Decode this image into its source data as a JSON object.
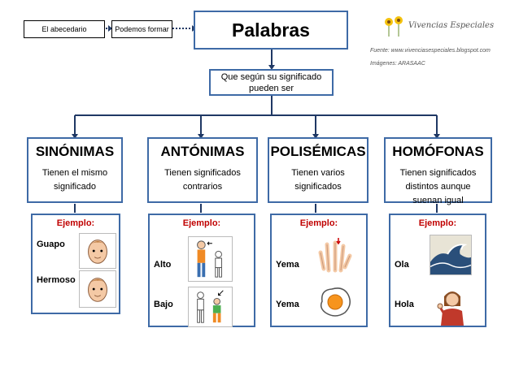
{
  "header": {
    "left_box": "El abecedario",
    "middle_box": "Podemos formar",
    "main_title": "Palabras",
    "logo_text": "Vivencias Especiales",
    "source": "Fuente: www.vivenciasespeciales.blogspot.com",
    "images": "Imágenes: ARASAAC"
  },
  "subtitle": "Que según su significado pueden ser",
  "categories": [
    {
      "title": "SINÓNIMAS",
      "description": "Tienen el mismo significado",
      "example_label": "Ejemplo:",
      "words": [
        "Guapo",
        "Hermoso"
      ]
    },
    {
      "title": "ANTÓNIMAS",
      "description": "Tienen significados contrarios",
      "example_label": "Ejemplo:",
      "words": [
        "Alto",
        "Bajo"
      ]
    },
    {
      "title": "POLISÉMICAS",
      "description": "Tienen varios significados",
      "example_label": "Ejemplo:",
      "words": [
        "Yema",
        "Yema"
      ]
    },
    {
      "title": "HOMÓFONAS",
      "description": "Tienen significados distintos aunque suenan igual",
      "example_label": "Ejemplo:",
      "words": [
        "Ola",
        "Hola"
      ]
    }
  ],
  "colors": {
    "border": "#3e6aa6",
    "example_label": "#c00000",
    "connector": "#1f3864"
  },
  "icons": [
    "face-icon",
    "face-icon",
    "tall-short-people-icon",
    "short-tall-people-icon",
    "finger-tip-icon",
    "fried-egg-icon",
    "wave-icon",
    "waving-person-icon"
  ]
}
